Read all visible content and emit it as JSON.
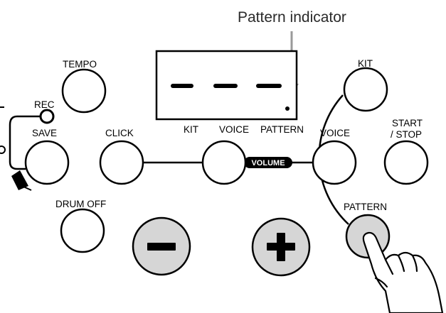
{
  "callout": {
    "text": "Pattern indicator",
    "color": "#9a9a9a"
  },
  "display": {
    "segments": [
      "-",
      "-",
      "-"
    ],
    "labels": {
      "kit": "KIT",
      "voice": "VOICE",
      "pattern": "PATTERN"
    }
  },
  "buttons": {
    "tempo": "TEMPO",
    "rec": "REC",
    "save": "SAVE",
    "click": "CLICK",
    "voice": "VOICE",
    "kit": "KIT",
    "start_stop_line1": "START",
    "start_stop_line2": "/ STOP",
    "drum_off": "DRUM OFF",
    "pattern": "PATTERN",
    "minus": "−",
    "plus": "+"
  },
  "volume_label": "VOLUME",
  "colors": {
    "pressed_fill": "#d6d6d6",
    "outline": "#000000",
    "volume_bg": "#000000"
  },
  "icons": {
    "pressed_pattern_button": "finger-pointer-icon",
    "save_link": "pen-nib-icon"
  }
}
